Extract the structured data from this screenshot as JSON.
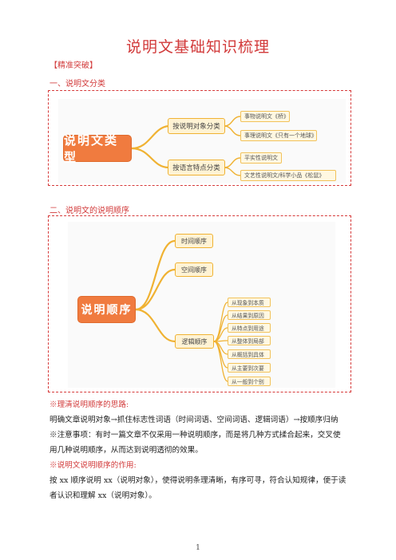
{
  "title": "说明文基础知识梳理",
  "tag": "【精准突破】",
  "section1": {
    "heading": "一、说明文分类",
    "root": "说明文类型",
    "branches": [
      {
        "label": "按说明对象分类",
        "leaves": [
          "事物说明文《桥》",
          "事理说明文《只有一个地球》"
        ]
      },
      {
        "label": "按语言特点分类",
        "leaves": [
          "平实性说明文",
          "文艺性说明文/科学小品《松鼠》"
        ]
      }
    ]
  },
  "section2": {
    "heading": "二、说明文的说明顺序",
    "root": "说明顺序",
    "branches": [
      "时间顺序",
      "空间顺序",
      "逻辑顺序"
    ],
    "logic_leaves": [
      "从现象到本质",
      "从结果到原因",
      "从特点到用途",
      "从整体到局部",
      "从概括到具体",
      "从主要到次要",
      "从一般到个别"
    ]
  },
  "notes": {
    "tips_heading": "※理清说明顺序的思路:",
    "tips_text": "明确文章说明对象→抓住标志性词语（时间词语、空间词语、逻辑词语）→按顺序归纳",
    "attention_line1": "※注意事项：有时一篇文章不仅采用一种说明顺序，而是将几种方式揉合起来，交叉使",
    "attention_line2": "用几种说明顺序，从而达到说明透彻的效果。",
    "effect_heading": "※说明文说明顺序的作用:",
    "effect_line1": "按 xx 顺序说明 xx（说明对象），使得说明条理清晰，有序可寻，符合认知规律，便于读",
    "effect_line2": "者认识和理解 xx（说明对象）。"
  },
  "page_number": "1",
  "colors": {
    "accent_red": "#d23a3a",
    "root_orange": "#f07b3f",
    "branch_yellow": "#f0b232"
  }
}
